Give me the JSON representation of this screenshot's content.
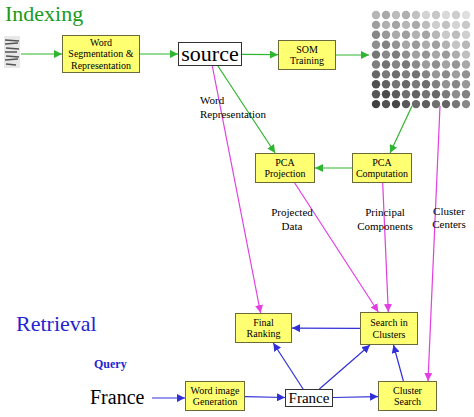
{
  "diagram": {
    "nodes": [
      {
        "text": [
          "Word Segmentation & Representation"
        ]
      },
      {
        "text": [
          "source"
        ]
      },
      {
        "text": [
          "SOM Training"
        ]
      },
      {
        "text": [
          "PCA Projection"
        ]
      },
      {
        "text": [
          "PCA Computation"
        ]
      },
      {
        "text": [
          "Final Ranking"
        ]
      },
      {
        "text": [
          "Search in Clusters"
        ]
      },
      {
        "text": [
          "Word image Generation"
        ]
      },
      {
        "text": [
          "France"
        ]
      },
      {
        "text": [
          "Cluster Search"
        ]
      }
    ],
    "edges": [
      {
        "from": 0,
        "to": 1,
        "arrow": "to"
      },
      {
        "from": 1,
        "to": 2,
        "arrow": "to"
      },
      {
        "from": 1,
        "to": 3,
        "label": "Word Representation",
        "arrow": "to"
      },
      {
        "from": 4,
        "to": 3,
        "arrow": "to"
      },
      {
        "from": 1,
        "to": 5,
        "arrow": "to"
      },
      {
        "from": 3,
        "to": 6,
        "label": "Projected Data",
        "arrow": "to"
      },
      {
        "from": 4,
        "to": 6,
        "label": "Principal Components",
        "arrow": "to"
      },
      {
        "from": 7,
        "to": 8,
        "arrow": "to"
      },
      {
        "from": 8,
        "to": 5,
        "arrow": "to"
      },
      {
        "from": 8,
        "to": 6,
        "arrow": "to"
      },
      {
        "from": 8,
        "to": 9,
        "arrow": "to"
      },
      {
        "from": 9,
        "to": 6,
        "arrow": "to"
      },
      {
        "from": 6,
        "to": 5,
        "arrow": "to"
      }
    ],
    "labels": [
      "Indexing",
      "Retrieval",
      "Query",
      "France",
      "Cluster Centers"
    ]
  }
}
